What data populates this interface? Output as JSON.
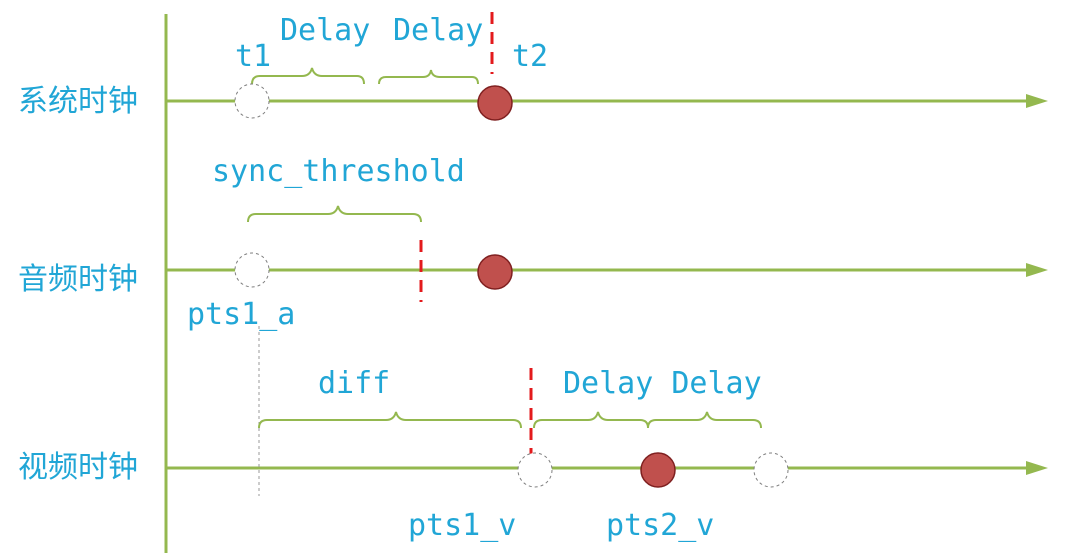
{
  "rows": {
    "system": {
      "label": "系统时钟"
    },
    "audio": {
      "label": "音频时钟"
    },
    "video": {
      "label": "视频时钟"
    }
  },
  "system_clock": {
    "t1": "t1",
    "t2": "t2",
    "delay_1": "Delay",
    "delay_2": "Delay"
  },
  "audio_clock": {
    "sync_threshold": "sync_threshold",
    "pts1_a": "pts1_a"
  },
  "video_clock": {
    "diff": "diff",
    "delays": "Delay Delay",
    "pts1_v": "pts1_v",
    "pts2_v": "pts2_v"
  },
  "colors": {
    "axis": "#94b84f",
    "text": "#21a6d6",
    "marker": "#e31a1c",
    "filled_point": "#c0504d"
  }
}
